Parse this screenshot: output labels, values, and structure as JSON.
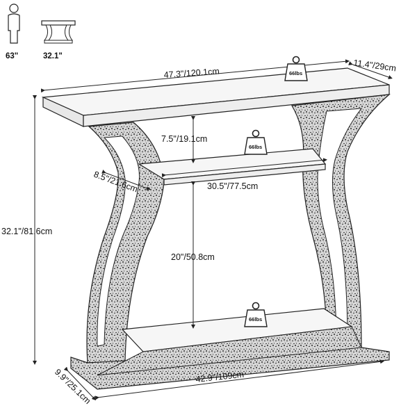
{
  "reference": {
    "person_height": "63\"",
    "table_height": "32.1\""
  },
  "dimensions": {
    "top_width": "47.3\"/120.1cm",
    "top_depth": "11.4\"/29cm",
    "upper_gap": "7.5\"/19.1cm",
    "shelf_depth": "8.5\"/21.6cm",
    "shelf_width": "30.5\"/77.5cm",
    "middle_gap": "20\"/50.8cm",
    "total_height": "32.1\"/81.6cm",
    "base_width": "42.9\"/109cm",
    "base_depth": "9.9\"/25.1cm"
  },
  "load_capacity": {
    "top": "66lbs",
    "middle": "66lbs",
    "bottom": "66lbs"
  },
  "icons": [
    "person-icon",
    "table-icon",
    "weight-icon"
  ]
}
